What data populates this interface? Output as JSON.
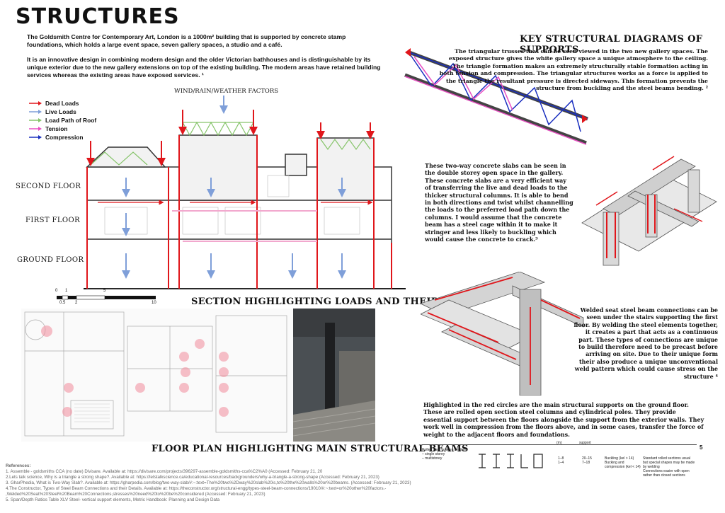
{
  "title": "STRUCTURES",
  "intro": {
    "p1": "The Goldsmith Centre for Contemporary Art, London is a 1000m² building that is supported by concrete stamp foundations, which holds a large event space, seven gallery spaces, a studio and a café.",
    "p2": "It is an innovative design in combining modern design and the older Victorian bathhouses and is distinguishable by its unique exterior due to the new gallery extensions on top of the existing building. The modern areas have retained building services whereas the existing areas have exposed services. ¹"
  },
  "weather_label": "WIND/RAIN/WEATHER FACTORS",
  "legend": [
    {
      "label": "Dead Loads",
      "color": "#e0161b"
    },
    {
      "label": "Live Loads",
      "color": "#7f9fd9"
    },
    {
      "label": "Load Path of Roof",
      "color": "#86c46a"
    },
    {
      "label": "Tension",
      "color": "#e84fc2"
    },
    {
      "label": "Compression",
      "color": "#1a2fbf"
    }
  ],
  "floors": {
    "second": "SECOND FLOOR",
    "first": "FIRST FLOOR",
    "ground": "GROUND FLOOR"
  },
  "scale": {
    "t0": "0",
    "t1": "1",
    "t05": "0.5",
    "t2": "2",
    "t5": "5",
    "t10": "10"
  },
  "section_heading": "SECTION HIGHLIGHTING LOADS AND THEIR PATHS",
  "key_heading": "KEY STRUCTURAL DIAGRAMS OF SUPPORTS",
  "truss_text": "The triangular trusses that can be seen viewed in the two new gallery spaces. The exposed structure gives the white gallery space a unique atmosphere to the ceiling. The triangle formation makes an extremely structurally stable formation acting in both tension and compression. The triangular structures works as a force is applied to the triangle the resultant pressure is directed sideways. This formation prevents the structure from buckling and the steel beams bending. ²",
  "slab_text": "These two-way concrete slabs can be seen in the double storey open space in the gallery. These concrete slabs are a very efficient way of transferring the live and dead loads to the thicker structural columns. It is able to bend in both directions and twist whilst channelling the loads to the preferred load path down the columns. I would assume that the concrete beam has a steel cage within it to make it stringer and less likely to buckling which would cause the concrete to crack.³",
  "weld_text": "Welded seat steel beam connections can be seen under the stairs supporting the first floor. By welding the steel elements together, it creates a part that acts as a continuous part. These types of connections are unique to build therefore need to be precast before arriving on site. Due to their unique form their also produce a unique unconventional weld pattern which could cause stress on the structure ⁴",
  "ground_text": "Highlighted in the red circles are the main structural supports on the ground floor. These are rolled open section steel columns and cylindrical poles. They provide essential support between the floors alongside the support from the exterior walls. They work well in compression from the floors above, and in some cases, transfer the force of weight to the adjacent floors and foundations.",
  "floorplan_heading": "FLOOR PLAN HIGHLIGHTING MAIN STRUCTURAL BEAMS",
  "page_number": "5",
  "table": {
    "c1": "Rolled steel or open section",
    "c1a": "– single storey",
    "c1b": "– multistorey",
    "c2a": "1–8",
    "c2b": "1–4",
    "c3a": "20–15",
    "c3b": "7–18",
    "c4a": "Buckling (kel > 14)",
    "c4b": "Bucking and",
    "c4c": "compression (kel < 14)",
    "c5a": "Standard rolled sections usual",
    "c5b": "but special shapes may be made",
    "c5c": "by welding",
    "c5d": "Connections easier with open",
    "c5e": "rather than closed sections",
    "h1": "(m)",
    "h2": "support"
  },
  "references": [
    "References:",
    "1. Assemble - goldsmiths CCA (no date) Divisare. Available at: https://divisare.com/projects/396297-assemble-goldsmiths-cca%C2%A0 (Accessed: February 21, 20",
    "2.Lets talk science, Why is a triangle a strong shape?. Available at: https://letstalkscience.ca/educational-resources/backgrounders/why-a-triangle-a-strong-shape (Accessed: February 21, 2023)",
    "3. GharPhedia, What is Two-Way Slab?. Available at: https://gharpedia.com/blog/two-way-slab/#:~:text=The%20two%2Dway%20slab%20is,to%20the%20walls%20or%20beams. (Accessed: February 21, 2023)",
    "4.The Constructor, Types of Steel Beam Connections and their Details. Available at: https://theconstructor.org/structural-engg/types-steel-beam-connections/19010/#:~:text=or%20other%20factors.-",
    ",Welded%20Seat%20Steel%20Beam%20Connections,stresses%20need%20to%20be%20considered (Accessed: February 21, 2023)",
    "5. Span/Depth Ratios Table XLV Steel- vertical support elements, Metric Handbook: Planning and Design Data"
  ]
}
